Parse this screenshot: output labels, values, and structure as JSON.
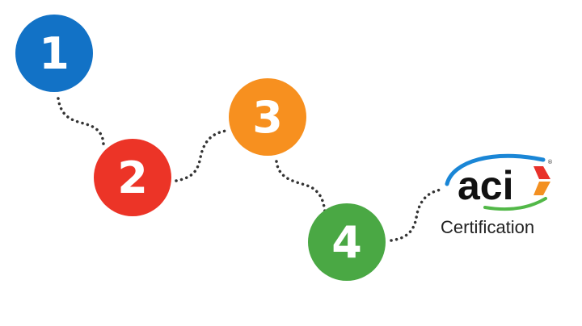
{
  "steps": [
    {
      "label": "1",
      "color": "#1272c6"
    },
    {
      "label": "2",
      "color": "#ec3427"
    },
    {
      "label": "3",
      "color": "#f7901f"
    },
    {
      "label": "4",
      "color": "#4aa844"
    }
  ],
  "logo": {
    "brand": "aci",
    "subtitle": "Certification",
    "registered": "®"
  },
  "colors": {
    "dots": "#333333",
    "arc_blue": "#1a86d6",
    "arc_green": "#52b848",
    "chevron_red": "#e8312a",
    "chevron_orange": "#f39021"
  }
}
